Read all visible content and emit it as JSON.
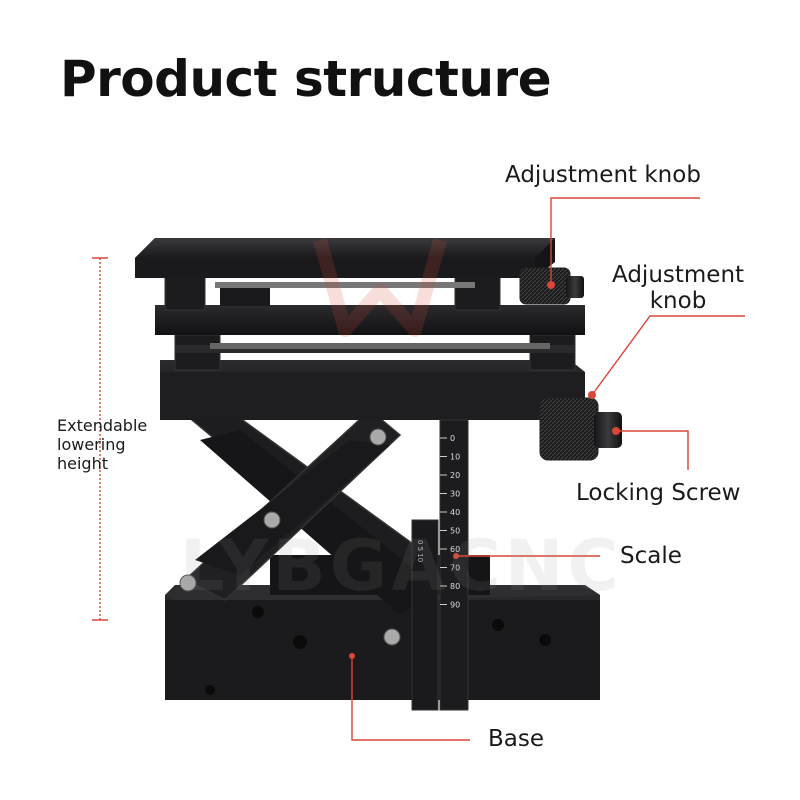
{
  "title": "Product structure",
  "labels": {
    "adjustment_knob_top": "Adjustment knob",
    "adjustment_knob_side_1": "Adjustment",
    "adjustment_knob_side_2": "knob",
    "locking_screw": "Locking Screw",
    "scale": "Scale",
    "base": "Base",
    "extendable_1": "Extendable",
    "extendable_2": "lowering",
    "extendable_3": "height"
  },
  "scale_ticks": [
    "0",
    "10",
    "20",
    "30",
    "40",
    "50",
    "60",
    "70",
    "80",
    "90"
  ],
  "vernier_ticks": "0  5  10",
  "watermark": "LYBGACNC",
  "colors": {
    "accent": "#d9463a",
    "metal": "#1c1c1e",
    "metal_edge": "#3a3a3d"
  }
}
